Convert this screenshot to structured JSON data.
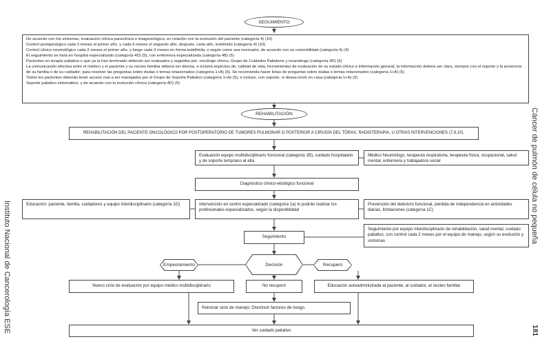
{
  "headers": {
    "seguimiento": "SEGUIMIENTO",
    "rehabilitacion": "REHABILITACIÓN"
  },
  "seguimiento_items": [
    "De acuerdo con los síntomas, evaluación clínica paraclínica e imagenológica, en relación con la evolución del paciente (categoría 4) (10)",
    "Control postquirúrgico cada 3 meses el primer año, y cada 6 meses el segundo año; después, cada año, indefinido (categoría 4) (10)",
    "Control clínico neumológico cada 2 meses el primer año, y luego cada 3 meses en forma indefinida, o según como sea necesario, de acuerdo con su comorbilidad (categoría 4) (4)",
    "El seguimiento se hará en hospital especializado (categoría 4D) (5), con enfermera especializada (categoría 4B) (5)",
    "Pacientes en terapia paliativa o que ya la han terminado deberán ser evaluados y seguidos por: oncólogo clínico, Grupo de Cuidados Paliativos y neumólogo (categoría 4D) (5)",
    "La comunicación efectiva entre el médico y el paciente y su núcleo familiar deberá ser directa, e incluirá aspectos de: calidad de vida, herramientas de evaluación de su estado clínico e información general; la información deberá ser clara, siempre con el soporte y la presencia de su familia o de su cuidador; para resolver las preguntas sobre dudas o temas relacionados (categoría 1+A) (5). Se recomienda hacer listas de preguntas sobre dudas o temas relacionados (categoría 1+A) (5)",
    "Todos los pacientes deberán tener acceso real a ser manejados por el Grupo de Soporte Paliativo (categoría 1+A) (5), e incluso, con soporte, si desea morir en casa (categoría 1+A) (5)",
    "Soporte paliativo sintomático, y de acuerdo con la evolución clínica (categoría 4D) (5)"
  ],
  "rehab_title": "REHABILITACIÓN DEL PACIENTE ONCOLÓGICO POR POSTOPERATORIO DE TUMORES PULMONAR O POSTERIOR A CIRUGÍA DEL TÓRAX, RADIOTERAPIA, U OTRAS INTERVENCIONES (7,9,10).",
  "eval_equipo": "Evaluación equipo multidisciplinario funcional (categoría 1B), cuidado hospitalario y de soporte temprano al alta",
  "medico_neumologo": "Médico Neumólogo, terapeuta respiratoria, terapeuta física, ocupacional, salud mental, enfermera y trabajadora social",
  "diagnostico": "Diagnóstico clínico-etiológico funcional",
  "educacion": "Educación: paciente, familia, cuidadores y equipo interdisciplinario (categoría 1D)",
  "intervencion": "Intervención en centro especializado (categoría 1a) lo podrán realizar los profesionales especializados, según la disponibilidad",
  "prevencion": "Prevención del deterioro funcional, pérdida de independencia en actividades diarias, limitaciones (categoría 1C)",
  "seguimiento_box": "Seguimiento",
  "seguimiento_equipo": "Seguimiento por equipo interdisciplinario de rehabilitación, salud mental, cuidado paliativo, con control cada 2 meses por el equipo de manejo, según su evolución y síntomas",
  "empeoramiento": "Empeoramiento",
  "decision": "Decisión",
  "recupero": "Recuperó",
  "nuevo_ciclo": "Nuevo ciclo de evaluación por equipo médico multidisciplinario",
  "no_recupero": "No recuperó",
  "educacion_auto": "Educación autoadministrada al paciente, al cuidador, al núcleo familiar",
  "reiniciar": "Reiniciar ciclo de manejo; Disminuir factores de riesgo.",
  "ver_cuidado": "Ver cuidado paliativo",
  "side_left": "Instituto Nacional de Cancerología ESE",
  "side_right": "Cáncer de pulmón de célula no pequeña",
  "page_number": "181"
}
